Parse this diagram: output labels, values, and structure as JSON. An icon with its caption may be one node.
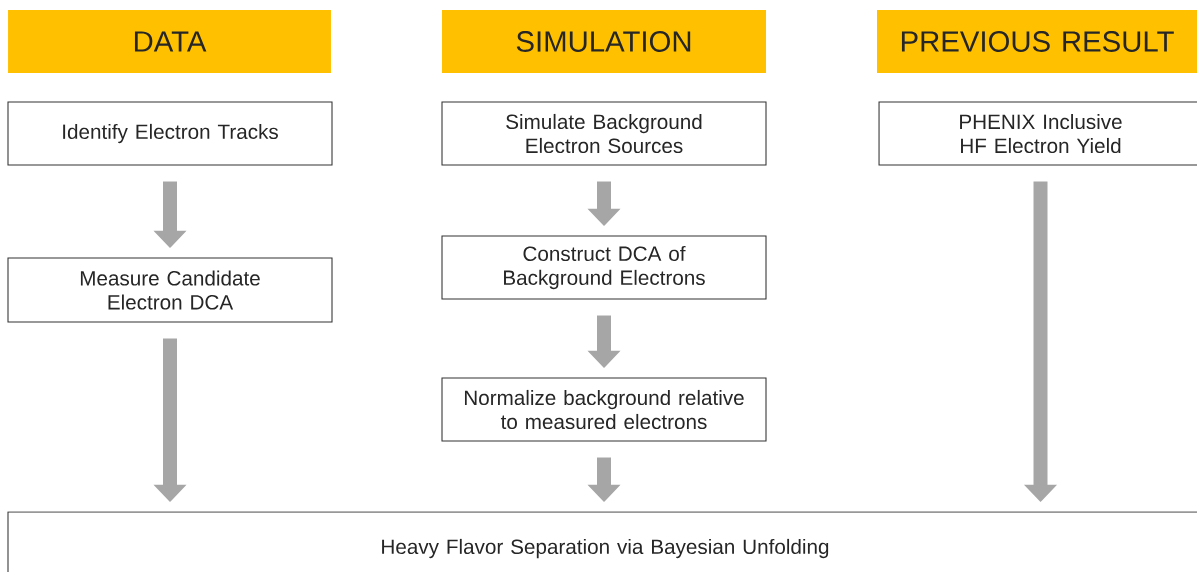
{
  "diagram": {
    "nodes": [
      {
        "text": [
          "DATA"
        ]
      },
      {
        "text": [
          "SIMULATION"
        ]
      },
      {
        "text": [
          "PREVIOUS RESULT"
        ]
      },
      {
        "text": [
          "Identify Electron Tracks"
        ]
      },
      {
        "text": [
          "Measure Candidate Electron DCA"
        ]
      },
      {
        "text": [
          "Simulate Background Electron Sources"
        ]
      },
      {
        "text": [
          "Construct DCA of Background Electrons"
        ]
      },
      {
        "text": [
          "Normalize background relative to measured electrons"
        ]
      },
      {
        "text": [
          "PHENIX Inclusive HF Electron Yield"
        ]
      },
      {
        "text": [
          "Heavy Flavor Separation via Bayesian Unfolding"
        ]
      }
    ],
    "edges": [
      {
        "from": 3,
        "to": 4,
        "arrow": "to"
      },
      {
        "from": 4,
        "to": 9,
        "arrow": "to"
      },
      {
        "from": 5,
        "to": 6,
        "arrow": "to"
      },
      {
        "from": 6,
        "to": 7,
        "arrow": "to"
      },
      {
        "from": 7,
        "to": 9,
        "arrow": "to"
      },
      {
        "from": 8,
        "to": 9,
        "arrow": "to"
      }
    ]
  }
}
